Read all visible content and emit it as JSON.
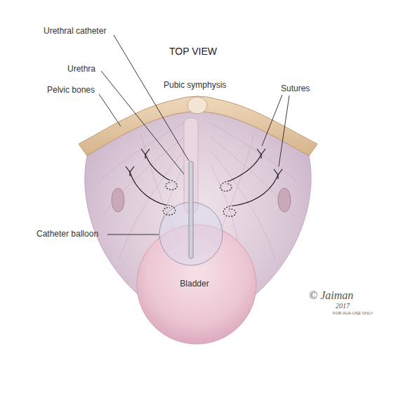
{
  "diagram": {
    "title": "TOP VIEW",
    "labels": [
      "Urethral catheter",
      "Urethra",
      "Pelvic bones",
      "Pubic symphysis",
      "Sutures",
      "Catheter balloon",
      "Bladder",
      "© Jaiman",
      "2017",
      "FOR AUA USE ONLY"
    ]
  }
}
